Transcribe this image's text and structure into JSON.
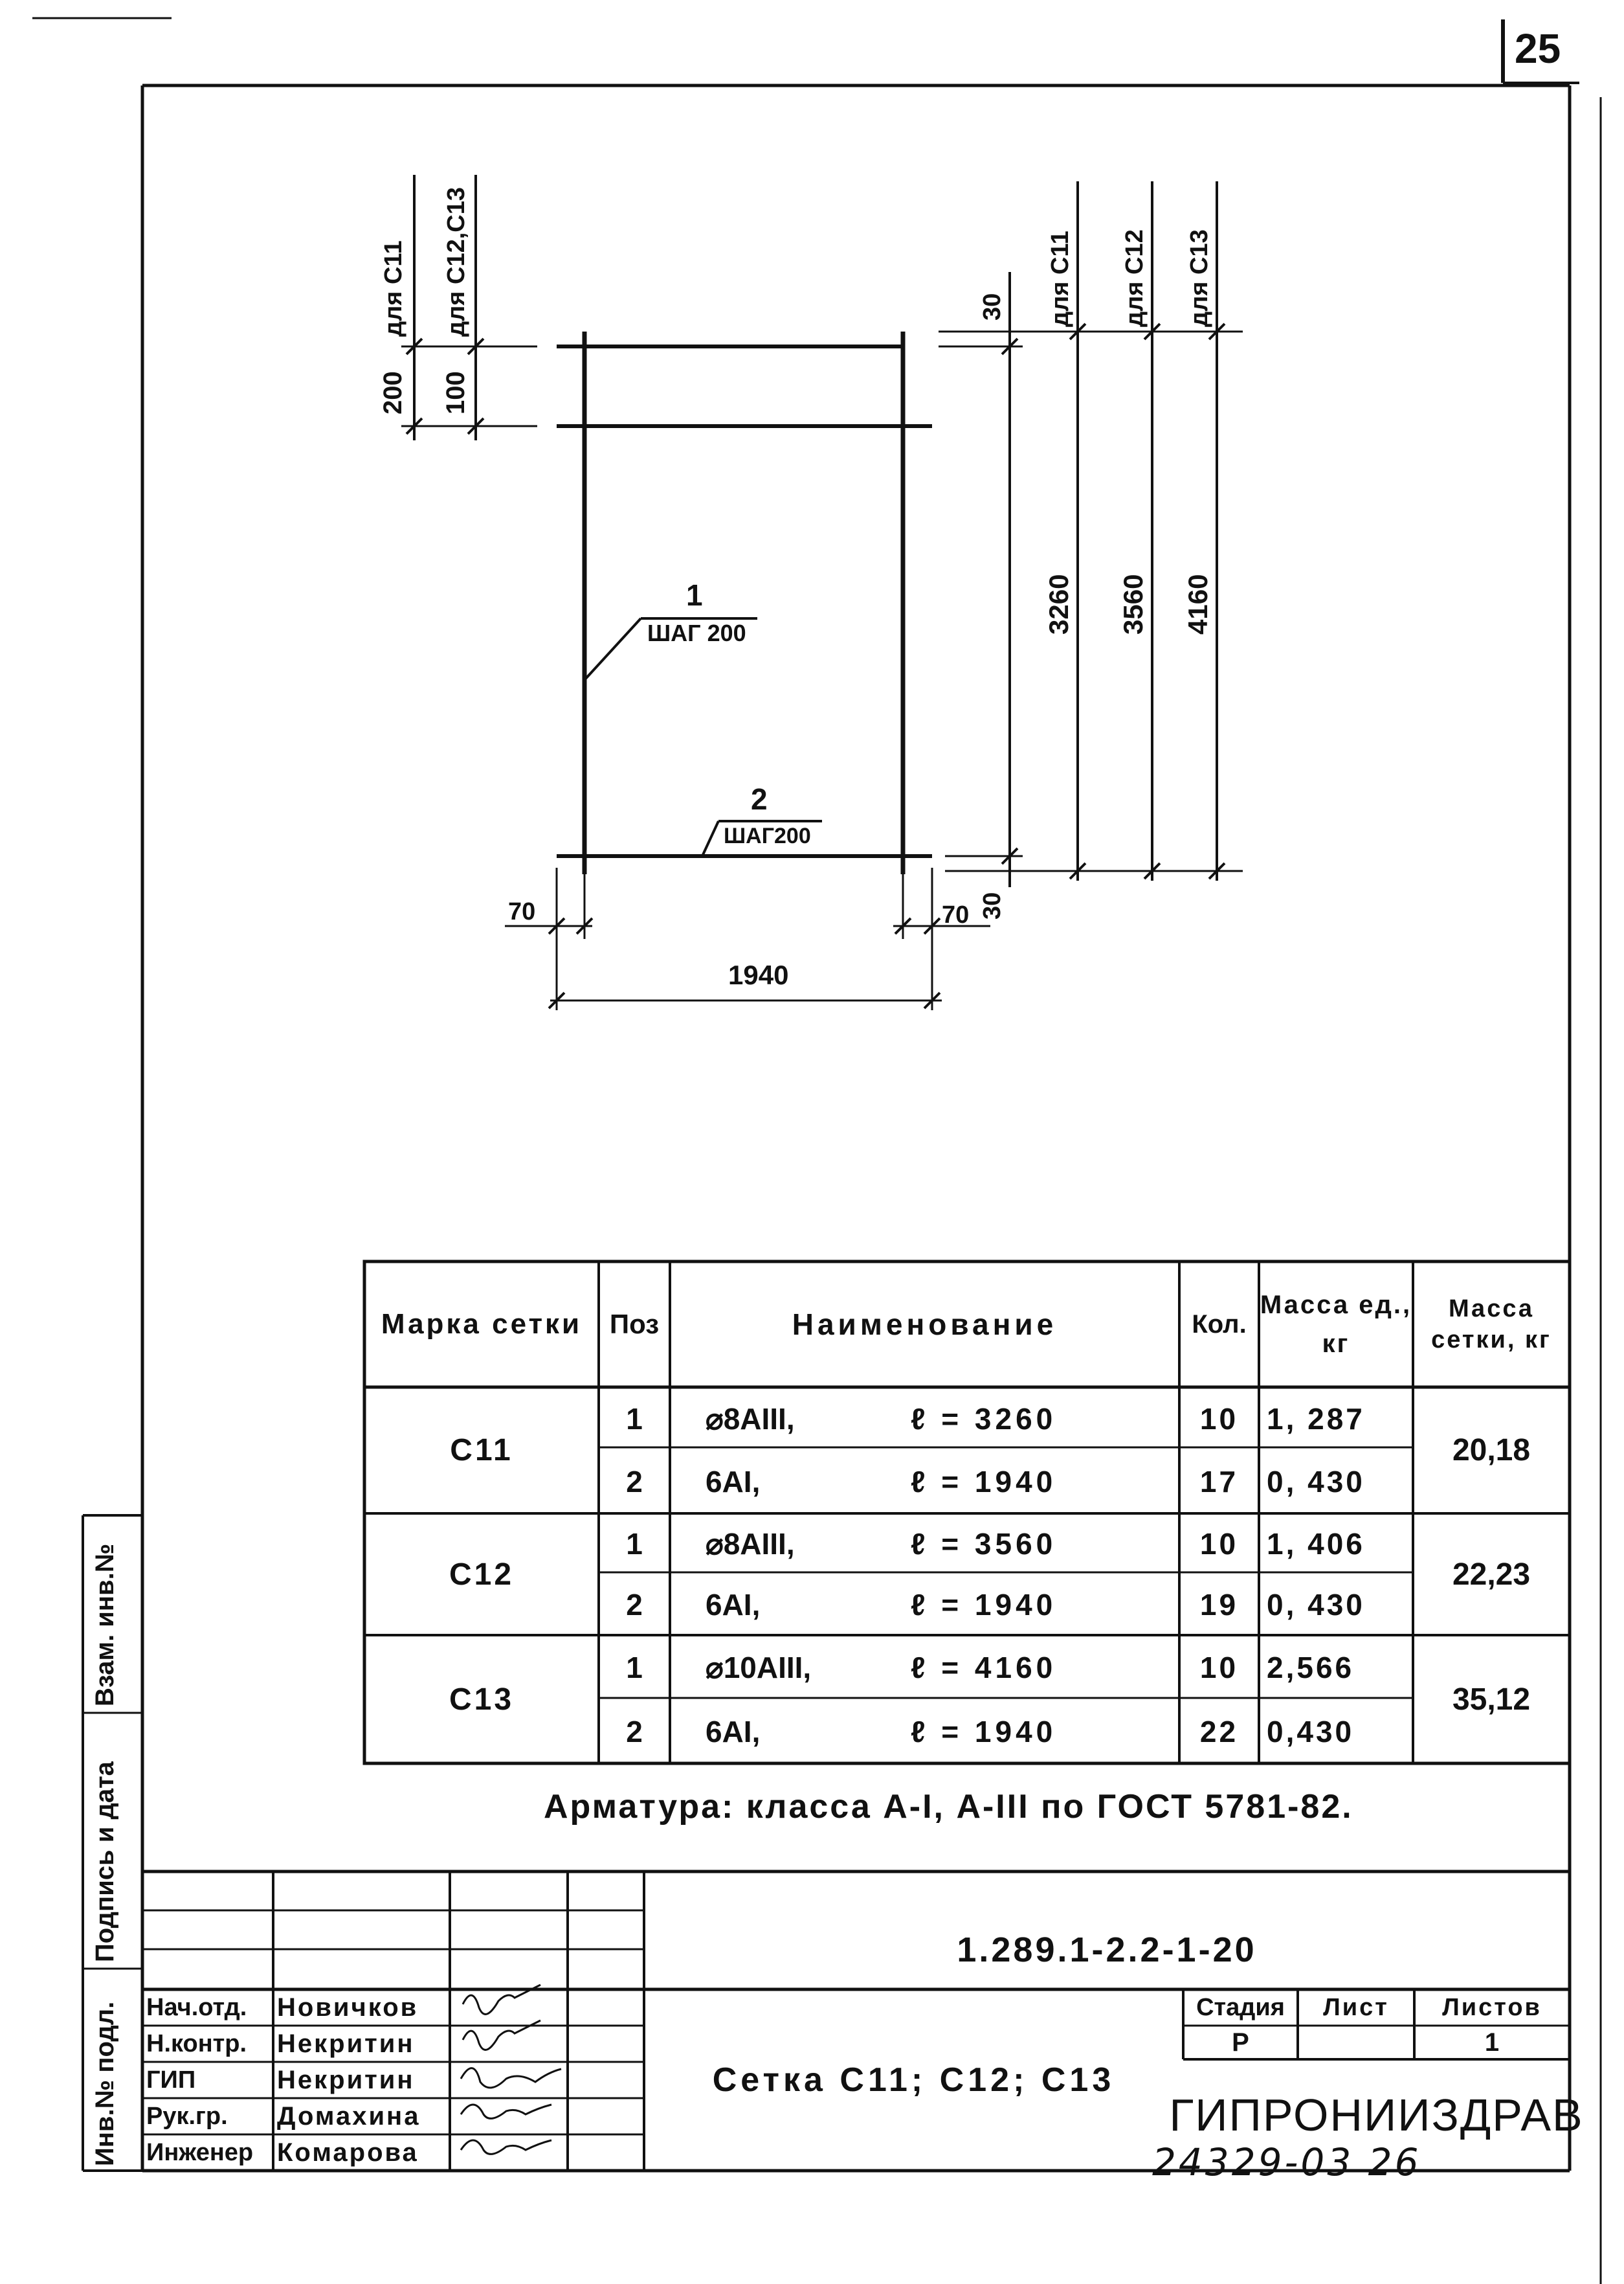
{
  "page": {
    "number": "25",
    "bottom_stamp": "24329-03 26"
  },
  "drawing": {
    "dims_left": {
      "top_labels": [
        "для С11",
        "для С12,С13"
      ],
      "values": [
        "200",
        "100"
      ]
    },
    "dims_right": {
      "top_value": "30",
      "bottom_value": "30",
      "labels": [
        "для С11",
        "для С12",
        "для С13"
      ],
      "values": [
        "3260",
        "3560",
        "4160"
      ]
    },
    "pos1": {
      "num": "1",
      "step": "ШАГ 200"
    },
    "pos2": {
      "num": "2",
      "step": "ШАГ200"
    },
    "bottom": {
      "left": "70",
      "right": "70",
      "total": "1940"
    }
  },
  "table": {
    "headers": {
      "mark": "Марка сетки",
      "pos": "Поз",
      "name": "Наименование",
      "qty": "Кол.",
      "mass_unit": "Масса ед., кг",
      "mass_mesh": "Масса сетки, кг"
    },
    "rows": [
      {
        "mark": "С11",
        "mesh_mass": "20,18",
        "items": [
          {
            "pos": "1",
            "name": "⌀8АIII,",
            "len": "ℓ = 3260",
            "qty": "10",
            "mass": "1, 287"
          },
          {
            "pos": "2",
            "name": "6АI,",
            "len": "ℓ = 1940",
            "qty": "17",
            "mass": "0, 430"
          }
        ]
      },
      {
        "mark": "С12",
        "mesh_mass": "22,23",
        "items": [
          {
            "pos": "1",
            "name": "⌀8АIII,",
            "len": "ℓ = 3560",
            "qty": "10",
            "mass": "1, 406"
          },
          {
            "pos": "2",
            "name": "6АI,",
            "len": "ℓ = 1940",
            "qty": "19",
            "mass": "0, 430"
          }
        ]
      },
      {
        "mark": "С13",
        "mesh_mass": "35,12",
        "items": [
          {
            "pos": "1",
            "name": "⌀10АIII,",
            "len": "ℓ = 4160",
            "qty": "10",
            "mass": "2,566"
          },
          {
            "pos": "2",
            "name": "6АI,",
            "len": "ℓ = 1940",
            "qty": "22",
            "mass": "0,430"
          }
        ]
      }
    ]
  },
  "note": "Арматура: класса А-I, А-III по ГОСТ 5781-82.",
  "title_block": {
    "code": "1.289.1-2.2-1-20",
    "title": "Сетка С11; С12; С13",
    "stage_label": "Стадия",
    "sheet_label": "Лист",
    "sheets_label": "Листов",
    "stage": "Р",
    "sheet": "",
    "sheets": "1",
    "org": "ГИПРОНИИЗДРАВ",
    "staff": [
      {
        "role": "Нач.отд.",
        "name": "Новичков"
      },
      {
        "role": "Н.контр.",
        "name": "Некритин"
      },
      {
        "role": "ГИП",
        "name": "Некритин"
      },
      {
        "role": "Рук.гр.",
        "name": "Домахина"
      },
      {
        "role": "Инженер",
        "name": "Комарова"
      }
    ]
  },
  "side": {
    "f1": "Инв.№ подл.",
    "f2": "Подпись и дата",
    "f3": "Взам. инв.№"
  }
}
